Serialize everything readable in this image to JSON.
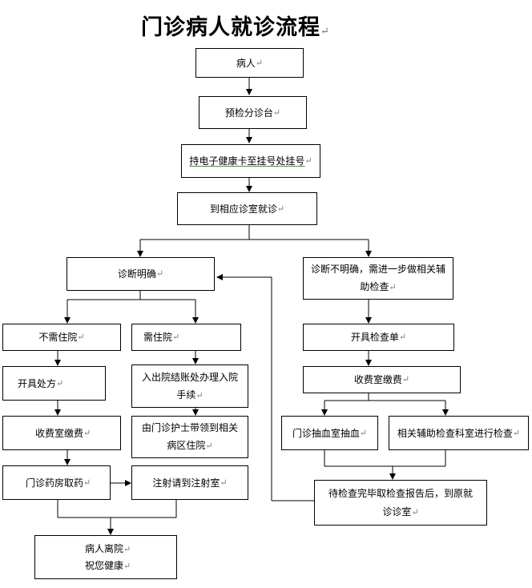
{
  "title": "门诊病人就诊流程",
  "paragraph_mark": "↵",
  "boxes": {
    "patient": "病人",
    "triage": "预检分诊台",
    "register": "持电子健康卡至挂号处挂号",
    "clinic": "到相应诊室就诊",
    "diag_clear": "诊断明确",
    "diag_unclear_1": "诊断不明确，需进一步做相关辅",
    "diag_unclear_2": "助检查",
    "no_admit": "不需住院",
    "admit": "需住院",
    "exam_order": "开具检查单",
    "prescribe": "开具处方",
    "admission_1": "入出院结账处办理入院",
    "admission_2": "手续",
    "pay_right": "收费室缴费",
    "pay_left": "收费室缴费",
    "nurse_1": "由门诊护士带领到相关",
    "nurse_2": "病区住院",
    "blood": "门诊抽血室抽血",
    "aux_exam": "相关辅助检查科室进行检查",
    "pharmacy": "门诊药房取药",
    "injection": "注射请到注射室",
    "report_1": "待检查完毕取检查报告后，到原就",
    "report_2": "诊诊室",
    "leave_1": "病人离院",
    "leave_2": "祝您健康"
  }
}
